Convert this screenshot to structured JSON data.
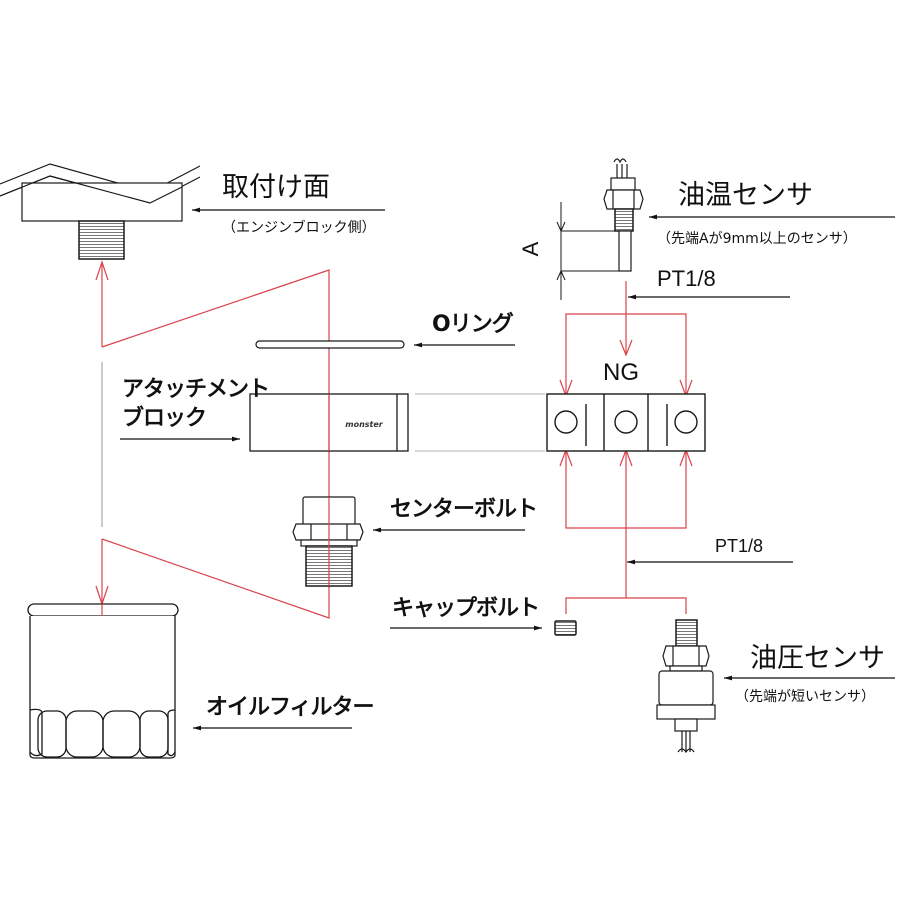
{
  "labels": {
    "mounting_surface": "取付け面",
    "mounting_surface_note": "（エンジンブロック側）",
    "oil_temp_sensor": "油温センサ",
    "oil_temp_sensor_note": "（先端Aが9mm以上のセンサ）",
    "thread_top": "PT1/8",
    "dimension_a": "A",
    "o_ring": "Oリング",
    "ng": "NG",
    "attachment_block_line1": "アタッチメント",
    "attachment_block_line2": "ブロック",
    "brand_mark": "monster",
    "center_bolt": "センターボルト",
    "thread_bottom": "PT1/8",
    "cap_bolt": "キャップボルト",
    "oil_pressure_sensor": "油圧センサ",
    "oil_pressure_sensor_note": "（先端が短いセンサ）",
    "oil_filter": "オイルフィルター"
  },
  "colors": {
    "line": "#1a1a1a",
    "flow": "#d9434b",
    "thread": "#777777",
    "background": "#ffffff"
  }
}
